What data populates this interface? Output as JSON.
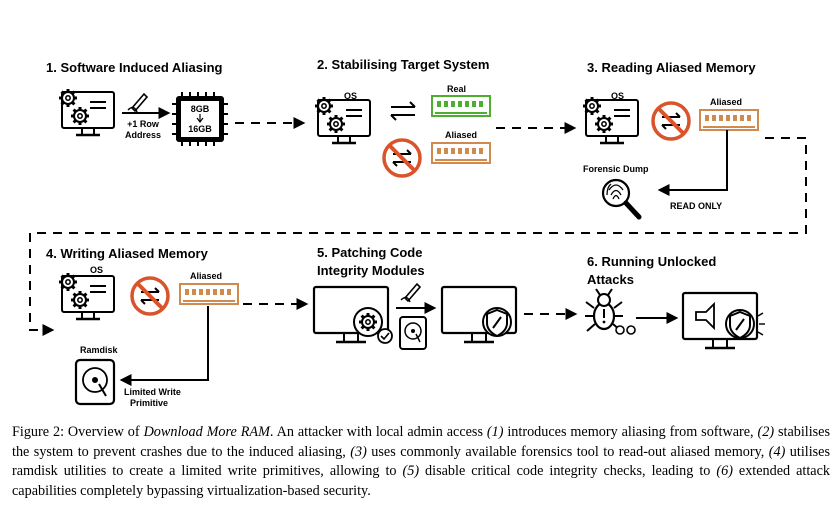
{
  "steps": [
    {
      "title": "1. Software Induced Aliasing",
      "chip_top": "8GB",
      "chip_bottom": "16GB",
      "arrow_label_1": "+1 Row",
      "arrow_label_2": "Address"
    },
    {
      "title": "2. Stabilising Target System",
      "os": "OS",
      "real": "Real",
      "aliased": "Aliased"
    },
    {
      "title": "3. Reading Aliased Memory",
      "os": "OS",
      "aliased": "Aliased",
      "dump": "Forensic Dump",
      "read_only": "READ ONLY"
    },
    {
      "title": "4. Writing Aliased Memory",
      "os": "OS",
      "aliased": "Aliased",
      "ramdisk": "Ramdisk",
      "limited_1": "Limited Write",
      "limited_2": "Primitive"
    },
    {
      "title_1": "5. Patching Code",
      "title_2": "Integrity Modules"
    },
    {
      "title_1": "6. Running Unlocked",
      "title_2": "Attacks"
    }
  ],
  "caption": {
    "p0": "Figure 2: Overview of ",
    "i0": "Download More RAM",
    "p1": ". An attacker with local admin access ",
    "i1": "(1)",
    "p2": " introduces memory aliasing from software, ",
    "i2": "(2)",
    "p3": " stabilises the system to prevent crashes due to the induced aliasing, ",
    "i3": "(3)",
    "p4": " uses commonly available forensics tool to read-out aliased memory, ",
    "i4": "(4)",
    "p5": " utilises ramdisk utilities to create a limited write primitives, allowing to ",
    "i5": "(5)",
    "p6": " disable critical code integrity checks, leading to ",
    "i6": "(6)",
    "p7": " extended attack capabilities completely bypassing virtualization-based security."
  },
  "colors": {
    "ram_green": "#4caf2f",
    "ram_orange": "#d08a4e",
    "no_red": "#d9532b"
  }
}
